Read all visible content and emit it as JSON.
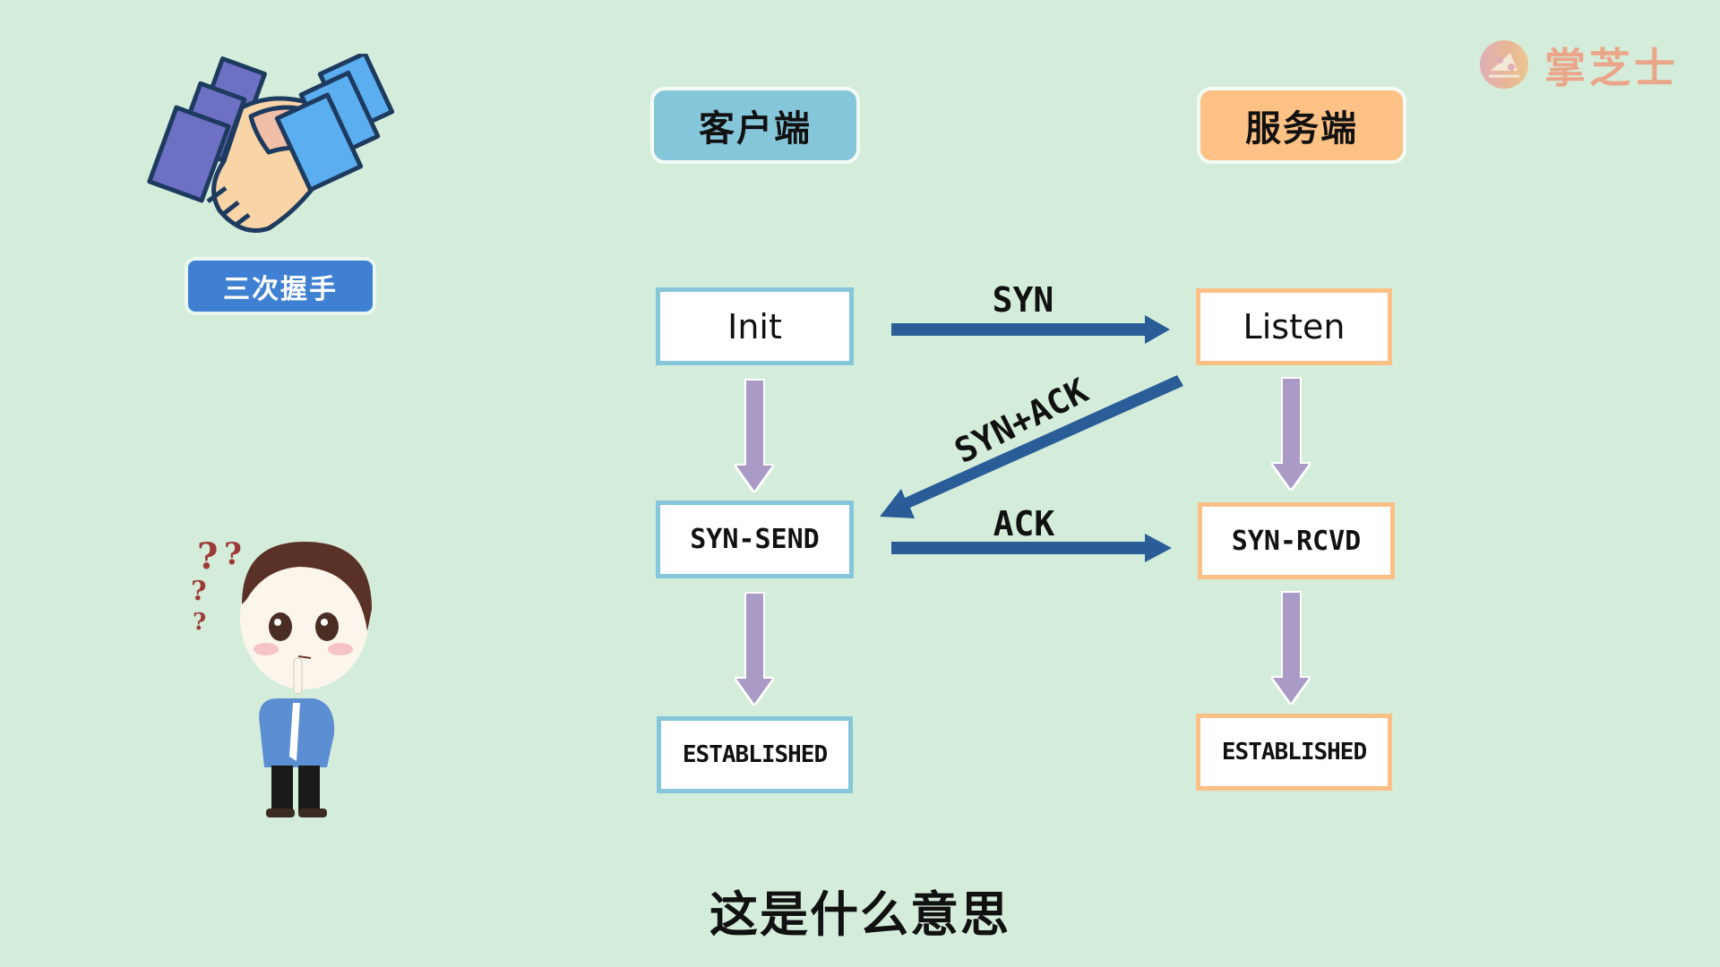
{
  "logo": {
    "icon": "cheese-logo-icon",
    "text": "掌芝士"
  },
  "badge": {
    "label": "三次握手",
    "illustration": "handshake-icon"
  },
  "character": {
    "illustration": "confused-person-icon"
  },
  "columns": {
    "client": {
      "label": "客户端"
    },
    "server": {
      "label": "服务端"
    }
  },
  "states": {
    "client": [
      "Init",
      "SYN-SEND",
      "ESTABLISHED"
    ],
    "server": [
      "Listen",
      "SYN-RCVD",
      "ESTABLISHED"
    ]
  },
  "messages": [
    {
      "label": "SYN",
      "from": "client",
      "to": "server"
    },
    {
      "label": "SYN+ACK",
      "from": "server",
      "to": "client"
    },
    {
      "label": "ACK",
      "from": "client",
      "to": "server"
    }
  ],
  "subtitle": "这是什么意思",
  "colors": {
    "background": "#D4EDDB",
    "client_accent": "#86C6DA",
    "server_accent": "#FDC185",
    "message_arrow": "#2A5D98",
    "state_arrow": "#A99BC6",
    "badge": "#3F80D2",
    "logo": "#EBA588"
  }
}
